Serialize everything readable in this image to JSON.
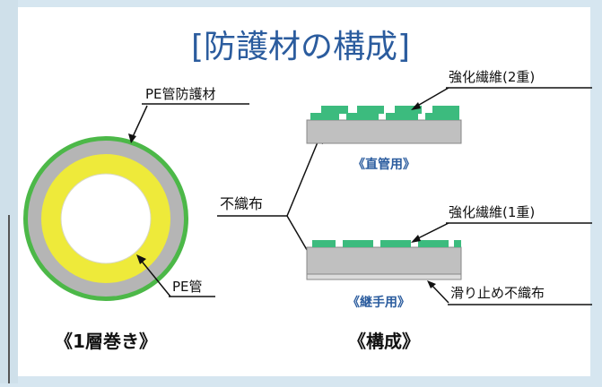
{
  "title": "[防護材の構成]",
  "ring": {
    "outer_label": "PE管防護材",
    "inner_label": "PE管",
    "caption": "《1層巻き》"
  },
  "center_label": "不織布",
  "straight_pipe": {
    "fiber_label": "強化繊維(2重)",
    "caption": "《直管用》"
  },
  "joint": {
    "fiber_label": "強化繊維(1重)",
    "nonslip_label": "滑り止め不織布",
    "caption": "《継手用》"
  },
  "composition_caption": "《構成》",
  "colors": {
    "background": "#d6e6f0",
    "panel": "#ffffff",
    "accent_blue": "#2b5c9e",
    "fiber_green": "#3cbb7e",
    "ring_green": "#4cb848",
    "ring_gray": "#b5b5b5",
    "ring_yellow": "#eeea3a",
    "layer_gray": "#c0c0c0"
  }
}
